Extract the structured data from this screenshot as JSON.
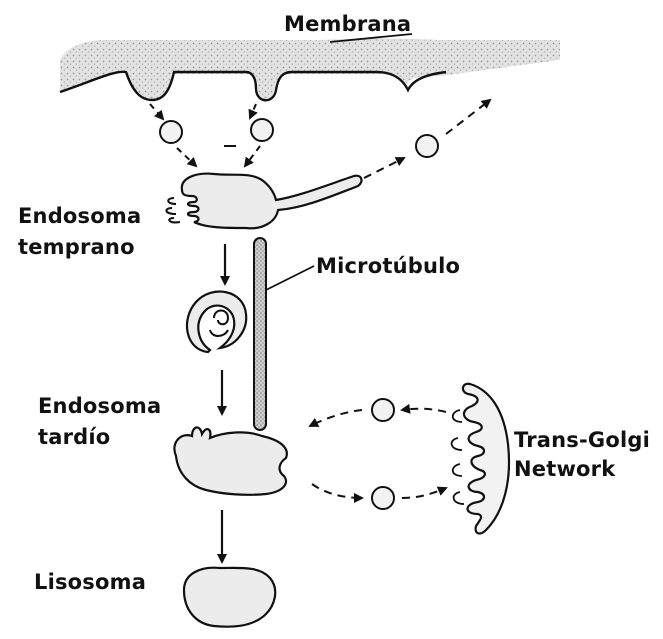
{
  "labels": {
    "membrana": "Membrana",
    "endosoma_temprano": [
      "Endosoma",
      "temprano"
    ],
    "microtubulo": "Microtúbulo",
    "endosoma_tardio": [
      "Endosoma",
      "tardío"
    ],
    "trans_golgi": [
      "Trans-Golgi",
      "Network"
    ],
    "lisosoma": "Lisosoma"
  },
  "colors": {
    "stroke": "#111111",
    "membrane_fill": "#d9d9d9",
    "organelle_fill": "#ececec",
    "microtubule_fill": "#bdbdbd"
  }
}
